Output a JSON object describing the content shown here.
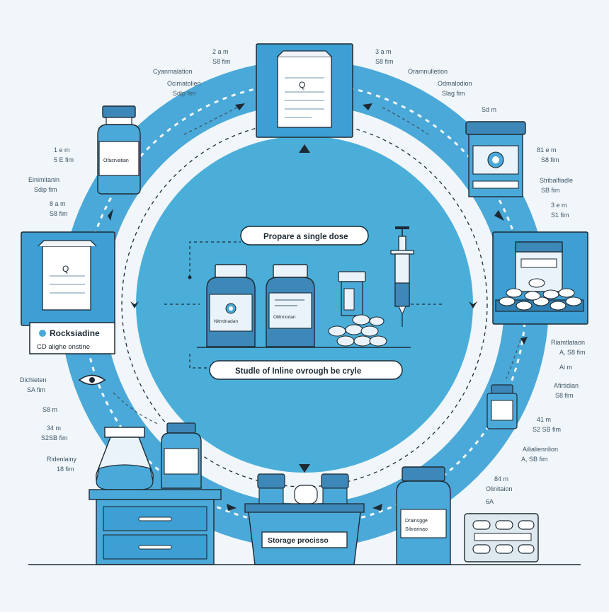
{
  "center": {
    "top_caption": "Propare a single dose",
    "bottom_caption": "Studle of Inline ovrough be cryle"
  },
  "left_card": {
    "title": "Rocksiadine",
    "subtitle": "CD alighe onstine"
  },
  "storage_label": "Storage procisso",
  "top_paper_mark": "Q",
  "left_paper_mark": "Q",
  "bottle_labels": {
    "left_bottle": "Ofasrvatian",
    "center_vial_1": "Nitrrdnadan",
    "center_vial_2": "Olitnnodan",
    "right_jar": "Drainsgge",
    "right_jar_sub": "Sibrarinao"
  },
  "side_labels": {
    "tl_time": "2 a m",
    "tl_time2": "S8 fim",
    "tl_name": "Cyanrnalation",
    "tl_name2": "Ocimatolien",
    "tl_name3": "Sdip fim",
    "tr_time": "3 a m",
    "tr_time2": "S8 fim",
    "tr_name": "Oramnulletion",
    "tr_name2": "Odmalodion",
    "tr_name3": "Slag fim",
    "tr_small": "Sd m",
    "l_time1": "1 e m",
    "l_time2": "5 E fim",
    "l_name1": "Einimitanin",
    "l_name2": "Sdip fim",
    "l_time3": "8 a m",
    "l_time4": "S8 fim",
    "r_time1": "81 e m",
    "r_time2": "S8 fim",
    "r_name1": "Stribalfiadle",
    "r_name2": "SB fim",
    "r_time3": "3 e m",
    "r_time4": "S1 fim",
    "bl_name1": "Dichieten",
    "bl_name2": "SA fim",
    "bl_time1": "S8 m",
    "bl_time2": "34 m",
    "bl_name3": "S2SB fim",
    "bl_name4": "Ridenlainy",
    "bl_name5": "18 fim",
    "br_name1": "Riamtlataon",
    "br_name2": "A, S8 fim",
    "br_time1": "Ai m",
    "br_name3": "Afirtidian",
    "br_name4": "S8 fim",
    "br_time2": "41 m",
    "br_name5": "S2 SB fim",
    "br_name6": "Ailialiennlion",
    "br_name7": "A, SB fim",
    "br_time3": "84 m",
    "br_name8": "Olinitaion",
    "br_small": "6A"
  },
  "colors": {
    "ring": "#4aa9d8",
    "inner": "#4aaed9",
    "dark": "#1e2a33",
    "card": "#3d9fd3"
  }
}
